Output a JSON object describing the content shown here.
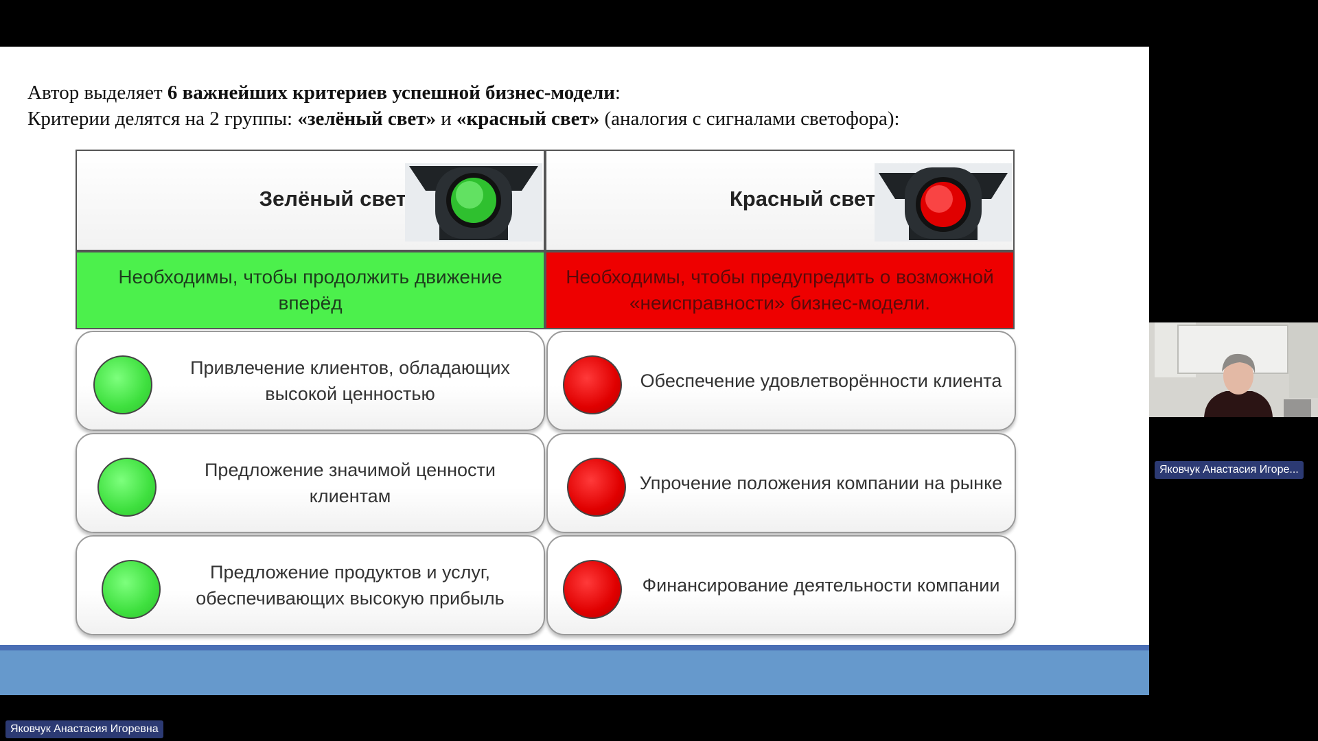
{
  "intro": {
    "line1_pre": "Автор выделяет ",
    "line1_bold": "6 важнейших критериев успешной бизнес-модели",
    "line1_post": ":",
    "line2_pre": "Критерии делятся на 2 группы: ",
    "line2_bold1": "«зелёный свет»",
    "line2_mid": " и ",
    "line2_bold2": "«красный свет»",
    "line2_post": " (аналогия с сигналами светофора):"
  },
  "green": {
    "title": "Зелёный свет",
    "description": "Необходимы, чтобы продолжить движение вперёд",
    "items": [
      "Привлечение клиентов, обладающих высокой ценностью",
      "Предложение значимой ценности клиентам",
      "Предложение продуктов и услуг, обеспечивающих высокую прибыль"
    ]
  },
  "red": {
    "title": "Красный свет",
    "description": "Необходимы, чтобы предупредить о возможной «неисправности» бизнес-модели.",
    "items": [
      "Обеспечение удовлетворённости клиента",
      "Упрочение положения компании на рынке",
      "Финансирование деятельности компании"
    ]
  },
  "participants": {
    "camera_name": "Яковчук Анастасия Игоре...",
    "presenter_name": "Яковчук Анастасия Игоревна"
  },
  "colors": {
    "green_band": "#4cf04c",
    "red_band": "#ee0000",
    "slide_band": "#6699cc"
  }
}
